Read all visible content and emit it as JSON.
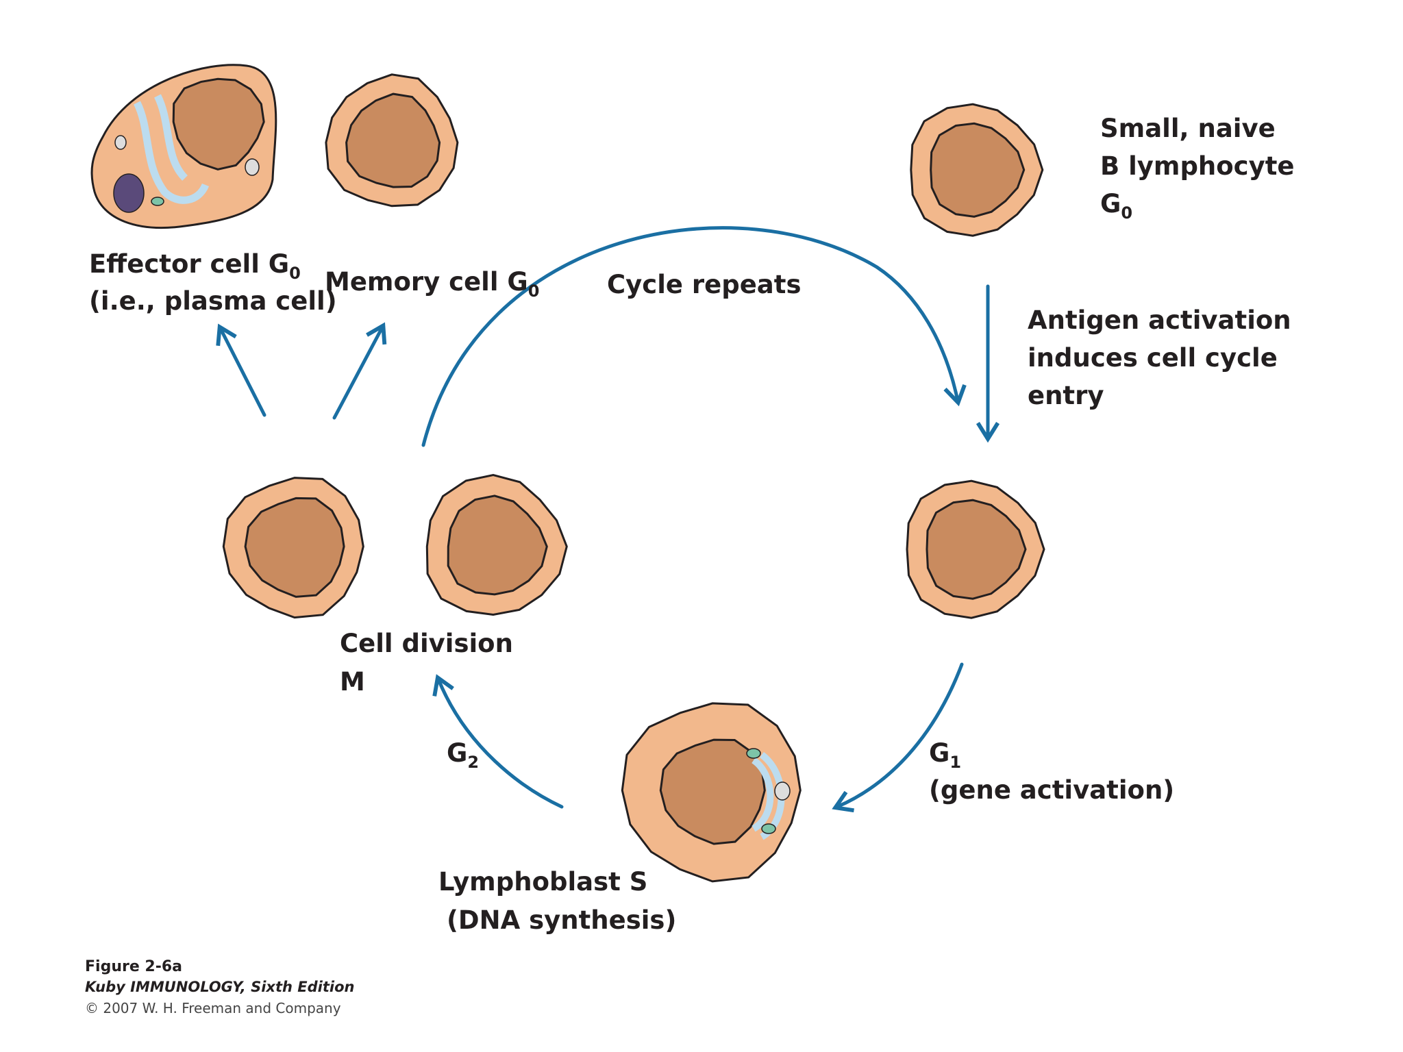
{
  "labels": {
    "effector": {
      "line1": "Effector cell G",
      "line1_sub": "0",
      "line2": "(i.e., plasma cell)"
    },
    "memory": {
      "line1": "Memory cell G",
      "line1_sub": "0"
    },
    "cycle_repeats": "Cycle repeats",
    "naive": {
      "line1": "Small, naive",
      "line2": "B lymphocyte",
      "line3": "G",
      "line3_sub": "0"
    },
    "antigen": {
      "line1": "Antigen activation",
      "line2": "induces cell cycle",
      "line3": "entry"
    },
    "cell_division": {
      "line1": "Cell division",
      "line2": "M"
    },
    "g2": {
      "text": "G",
      "sub": "2"
    },
    "g1": {
      "line1": "G",
      "line1_sub": "1",
      "line2": "(gene activation)"
    },
    "lymphoblast": {
      "line1": "Lymphoblast S",
      "line2": "(DNA synthesis)"
    }
  },
  "caption": {
    "figure": "Figure 2-6a",
    "book": "Kuby IMMUNOLOGY, Sixth Edition",
    "copyright": "© 2007 W. H. Freeman and Company"
  },
  "colors": {
    "cytoplasm": "#f2b88c",
    "nucleus": "#c98b5f",
    "arrow": "#1a6fa3",
    "er": "#bcdcef",
    "chromatin": "#5a4a7a",
    "vesicle": "#7dc4a8",
    "outline": "#231f20"
  }
}
